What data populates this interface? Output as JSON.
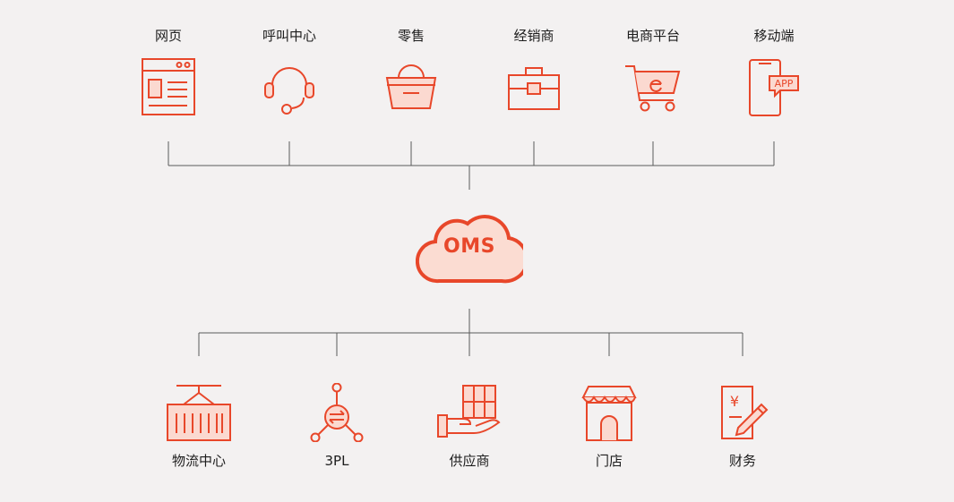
{
  "hub": {
    "label": "OMS"
  },
  "channels": [
    {
      "label": "网页",
      "icon": "webpage-icon"
    },
    {
      "label": "呼叫中心",
      "icon": "headset-icon"
    },
    {
      "label": "零售",
      "icon": "shopping-basket-icon"
    },
    {
      "label": "经销商",
      "icon": "briefcase-icon"
    },
    {
      "label": "电商平台",
      "icon": "shopping-cart-icon"
    },
    {
      "label": "移动端",
      "icon": "mobile-app-icon",
      "icon_text": "APP"
    }
  ],
  "destinations": [
    {
      "label": "物流中心",
      "icon": "warehouse-container-icon"
    },
    {
      "label": "3PL",
      "icon": "network-exchange-icon"
    },
    {
      "label": "供应商",
      "icon": "hand-with-box-icon"
    },
    {
      "label": "门店",
      "icon": "storefront-icon"
    },
    {
      "label": "财务",
      "icon": "invoice-pen-icon",
      "icon_text": "¥"
    }
  ],
  "colors": {
    "accent": "#e8472a",
    "line": "#555555",
    "background": "#f3f1f1"
  }
}
